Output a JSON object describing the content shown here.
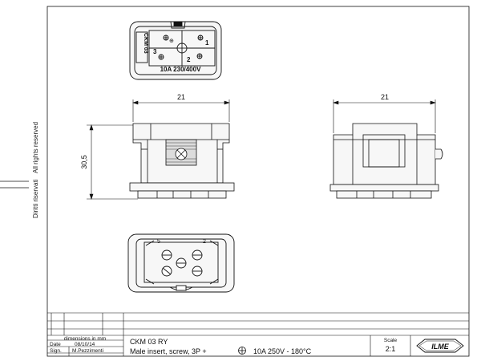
{
  "side_labels": {
    "rights_en": "All rights reserved",
    "rights_it": "Diritti riservati"
  },
  "top_view": {
    "part_code": "CKM 03",
    "pin_labels": [
      "1",
      "2",
      "3"
    ],
    "ground_symbol": "⊕",
    "rating": "10A  230/400V"
  },
  "dimensions": {
    "front_width": "21",
    "height": "30,5",
    "side_width": "21"
  },
  "bottom_view": {
    "pin_labels": [
      "5",
      "2"
    ]
  },
  "title_block": {
    "units_note": "dimensions in mm",
    "date_label": "Date",
    "date_value": "08/10/14",
    "sign_label": "Sign.",
    "sign_value": "M.Pezzimenti",
    "product_code": "CKM 03 RY",
    "description_pre": "Male insert, screw, 3P +",
    "description_post": "10A 250V - 180°C",
    "scale_label": "Scale",
    "scale_value": "2:1",
    "brand": "ILME"
  },
  "colors": {
    "line": "#111111",
    "body_fill": "#f7f7f7"
  }
}
